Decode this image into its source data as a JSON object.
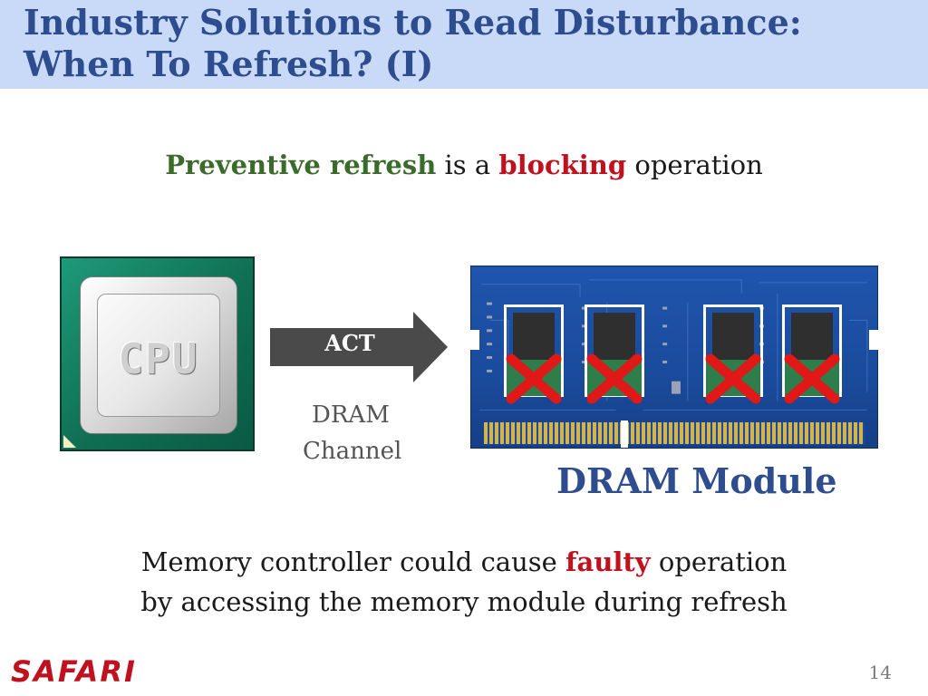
{
  "slide": {
    "title_line1": "Industry Solutions to Read Disturbance:",
    "title_line2": "When To Refresh? (I)",
    "subtitle": {
      "part1": "Preventive refresh",
      "part2": " is a ",
      "part3": "blocking",
      "part4": " operation"
    },
    "cpu_label": "CPU",
    "arrow_label": "ACT",
    "channel_line1": "DRAM",
    "channel_line2": "Channel",
    "module_label": "DRAM Module",
    "bottom": {
      "line1_a": "Memory controller could cause ",
      "line1_b": "faulty",
      "line1_c": " operation",
      "line2": "by accessing the memory module during refresh"
    },
    "logo": "SAFARI",
    "page_number": "14"
  },
  "colors": {
    "title": "#2e4d8f",
    "title_bar": "#c9daf8",
    "green": "#3a6b2a",
    "red": "#c0121e",
    "pcb": "#1a4b9c"
  }
}
